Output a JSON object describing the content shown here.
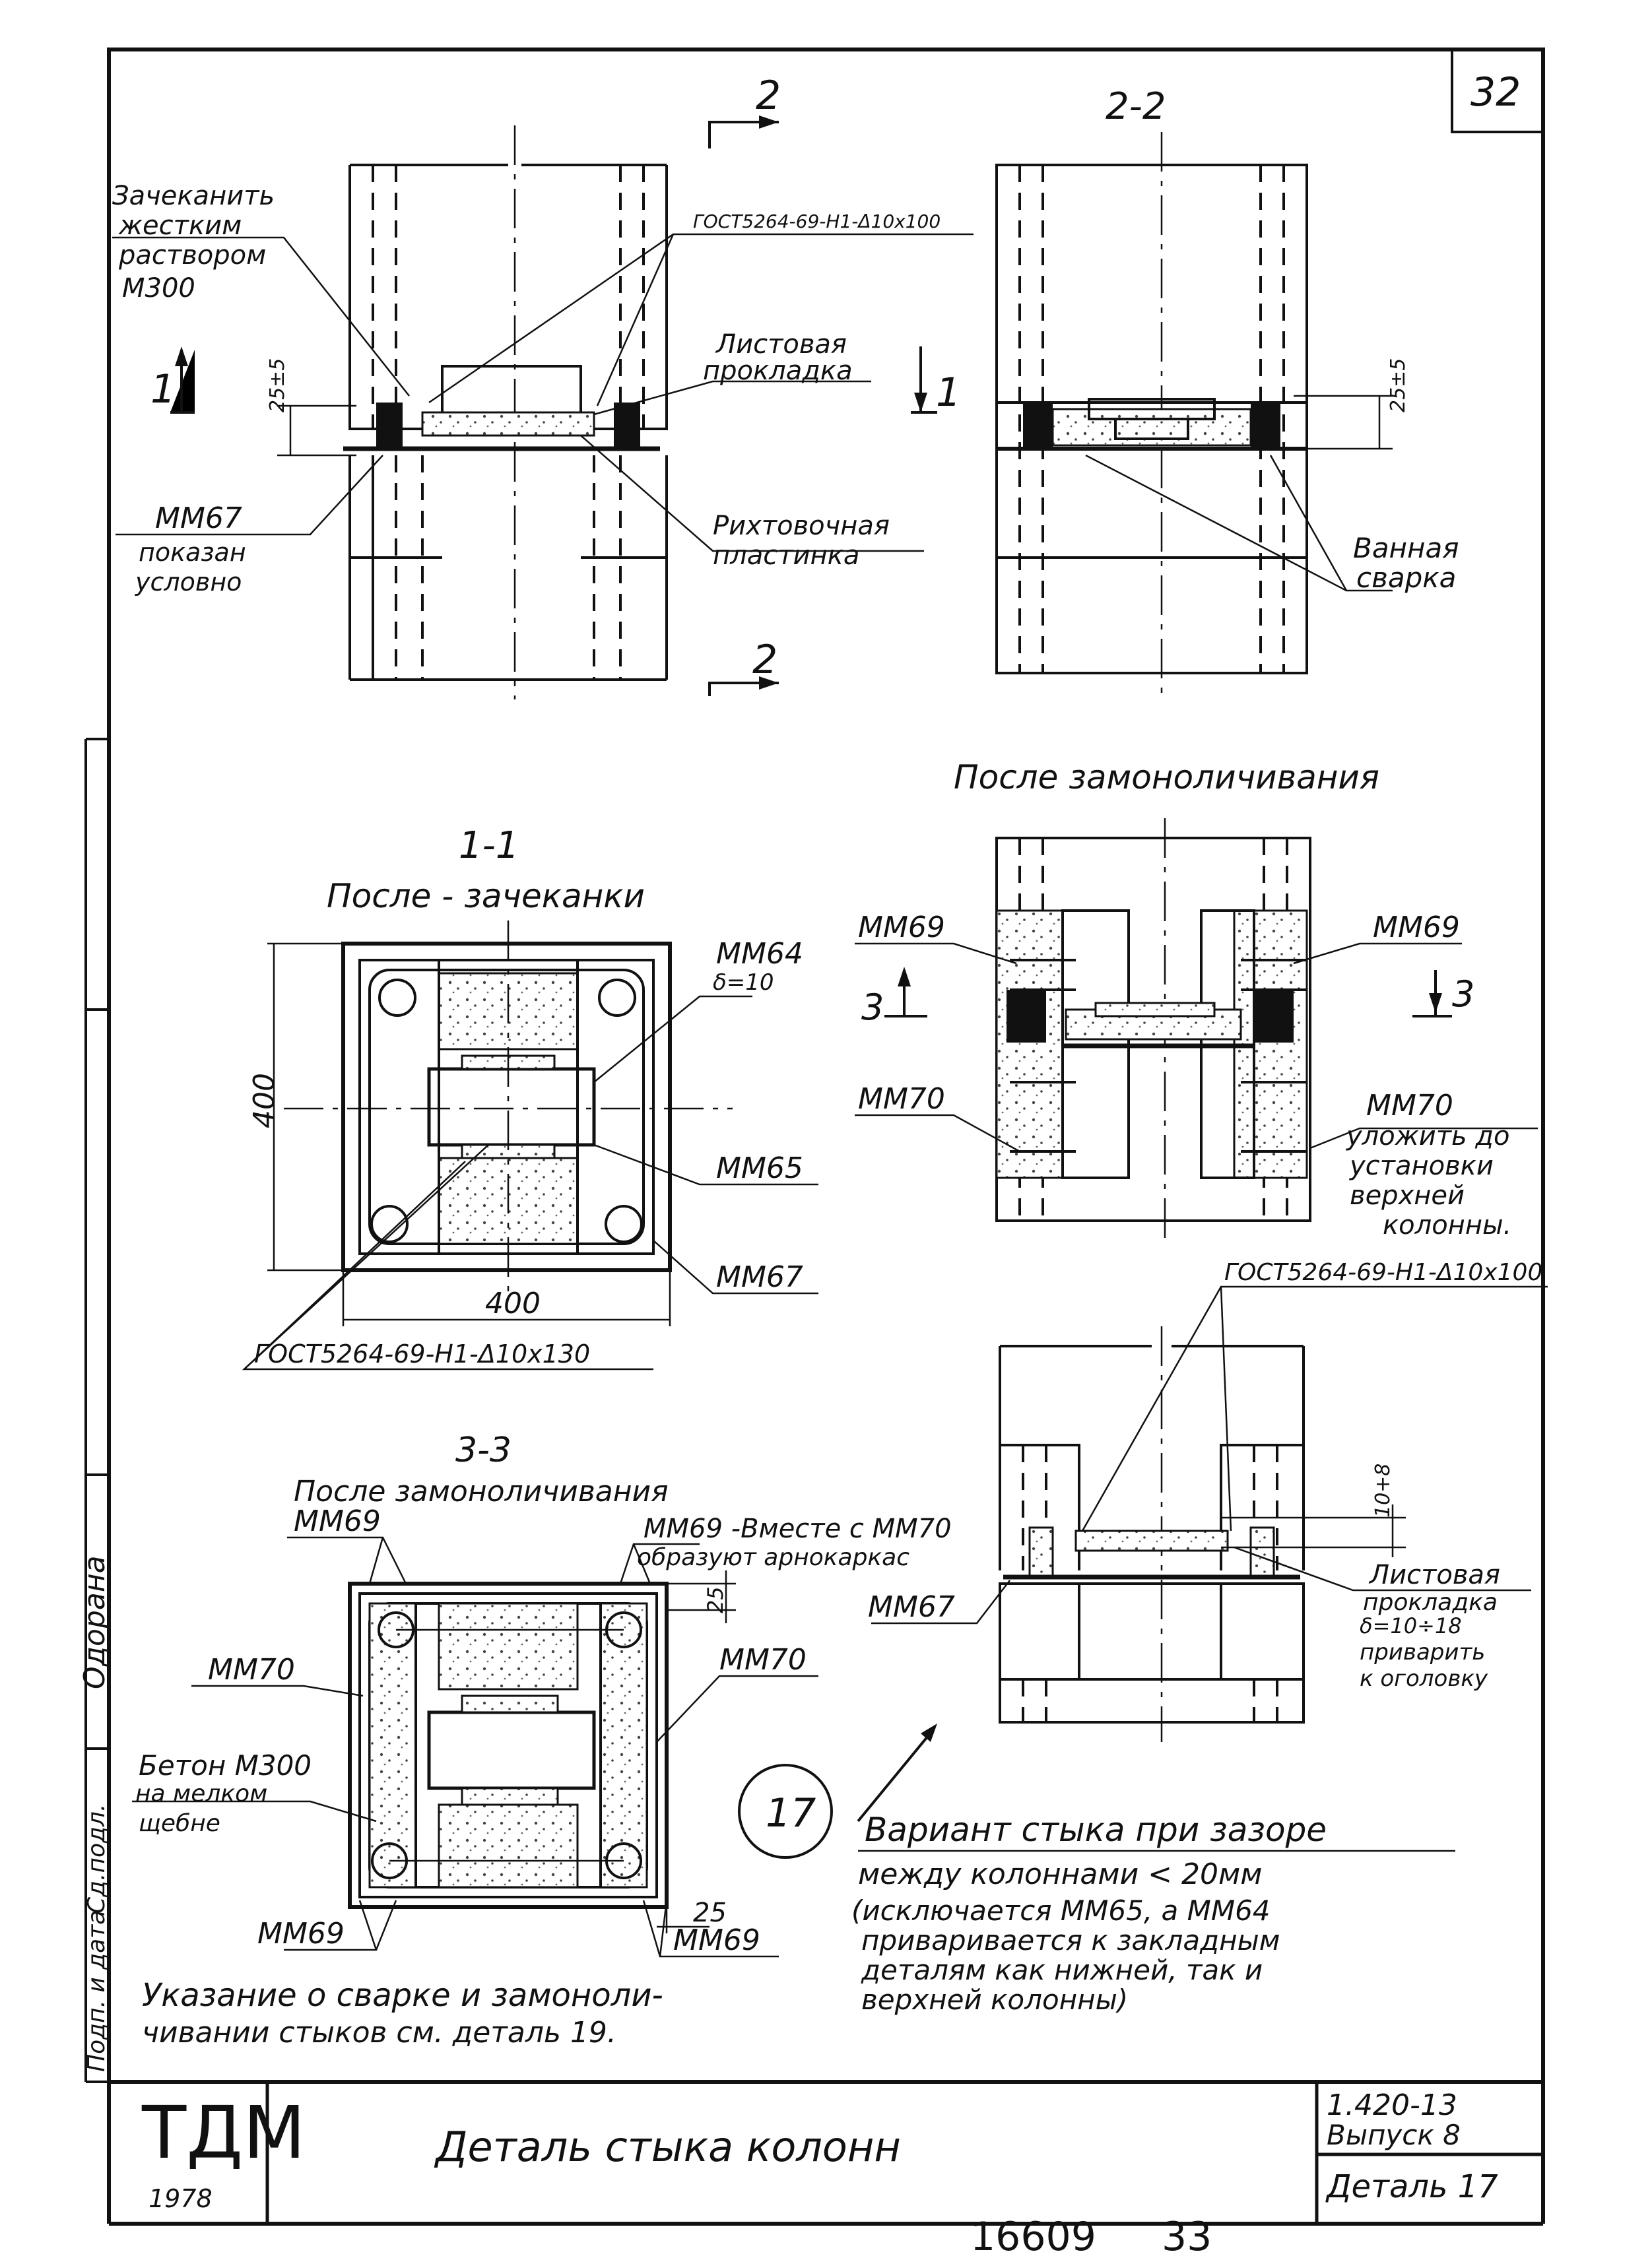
{
  "sheet": {
    "sheet_number": "32",
    "bottom_stamp": "16609",
    "bottom_stamp_page": "33",
    "side_labels": [
      "Одорана",
      "Сд.подл.",
      "Подп. и дата"
    ]
  },
  "view_section_2_2_marks": {
    "top": "2",
    "bottom": "2"
  },
  "view_left": {
    "label_caulk": [
      "Зачеканить",
      "жестким",
      "раствором",
      "М300"
    ],
    "label_gost_plate": "ГОСТ5264-69-Н1-Δ10х100",
    "label_sheet_pad": [
      "Листовая",
      "прокладка"
    ],
    "label_gap": "25±5",
    "label_mm67": [
      "ММ67",
      "показан",
      "условно"
    ],
    "label_shim": [
      "Рихтовочная",
      "пластинка"
    ],
    "section_mark_left": "1",
    "section_mark_right": "1"
  },
  "view_right": {
    "title": "2-2",
    "label_gap": "25±5",
    "label_weld": [
      "Ванная",
      "сварка"
    ]
  },
  "section_1_1": {
    "title": "1-1",
    "subtitle": "После - зачеканки",
    "dim_vertical": "400",
    "dim_horizontal": "400",
    "label_mm64": "ММ64",
    "label_mm64_thk": "δ=10",
    "label_mm65": "ММ65",
    "label_mm67": "ММ67",
    "label_gost": "ГОСТ5264-69-Н1-Δ10х130"
  },
  "view_monolith": {
    "title": "После замоноличивания",
    "label_mm69_left": "ММ69",
    "label_mm69_right": "ММ69",
    "label_mm70_left": "ММ70",
    "label_mm70_right": [
      "ММ70",
      "уложить до",
      "установки",
      "верхней",
      "колонны."
    ],
    "section_mark_left": "3",
    "section_mark_right": "3"
  },
  "section_3_3": {
    "title": "3-3",
    "subtitle": "После замоноличивания",
    "label_mm69_top": "ММ69",
    "label_mm69_note": [
      "ММ69 -Вместе с ММ70",
      "образуют арнокаркас"
    ],
    "label_mm70_left": "ММ70",
    "label_mm70_right": "ММ70",
    "label_concrete": [
      "Бетон М300",
      "на мелком",
      "щебне"
    ],
    "label_mm69_bottom_left": "ММ69",
    "label_mm69_bottom_right": "ММ69",
    "dim_25_top": "25",
    "dim_25_bottom": "25"
  },
  "view_variant": {
    "label_gost": "ГОСТ5264-69-Н1-Δ10х100",
    "label_gap": "10+8",
    "label_mm67": "ММ67",
    "label_pad": [
      "Листовая",
      "прокладка",
      "δ=10÷18",
      "приварить",
      "к оголовку"
    ]
  },
  "detail_number": "17",
  "variant_note": {
    "heading": "Вариант стыка при зазоре",
    "lines": [
      "между колоннами < 20мм",
      "(исключается ММ65, а ММ64",
      "приваривается к закладным",
      "деталям как нижней, так и",
      "верхней колонны)"
    ]
  },
  "instruction": [
    "Указание о сварке и замоноли-",
    "чивании стыков см. деталь 19."
  ],
  "title_block": {
    "org": "ТДМ",
    "year": "1978",
    "title": "Деталь стыка колонн",
    "series": "1.420-13",
    "issue": "Выпуск 8",
    "detail": "Деталь 17"
  }
}
